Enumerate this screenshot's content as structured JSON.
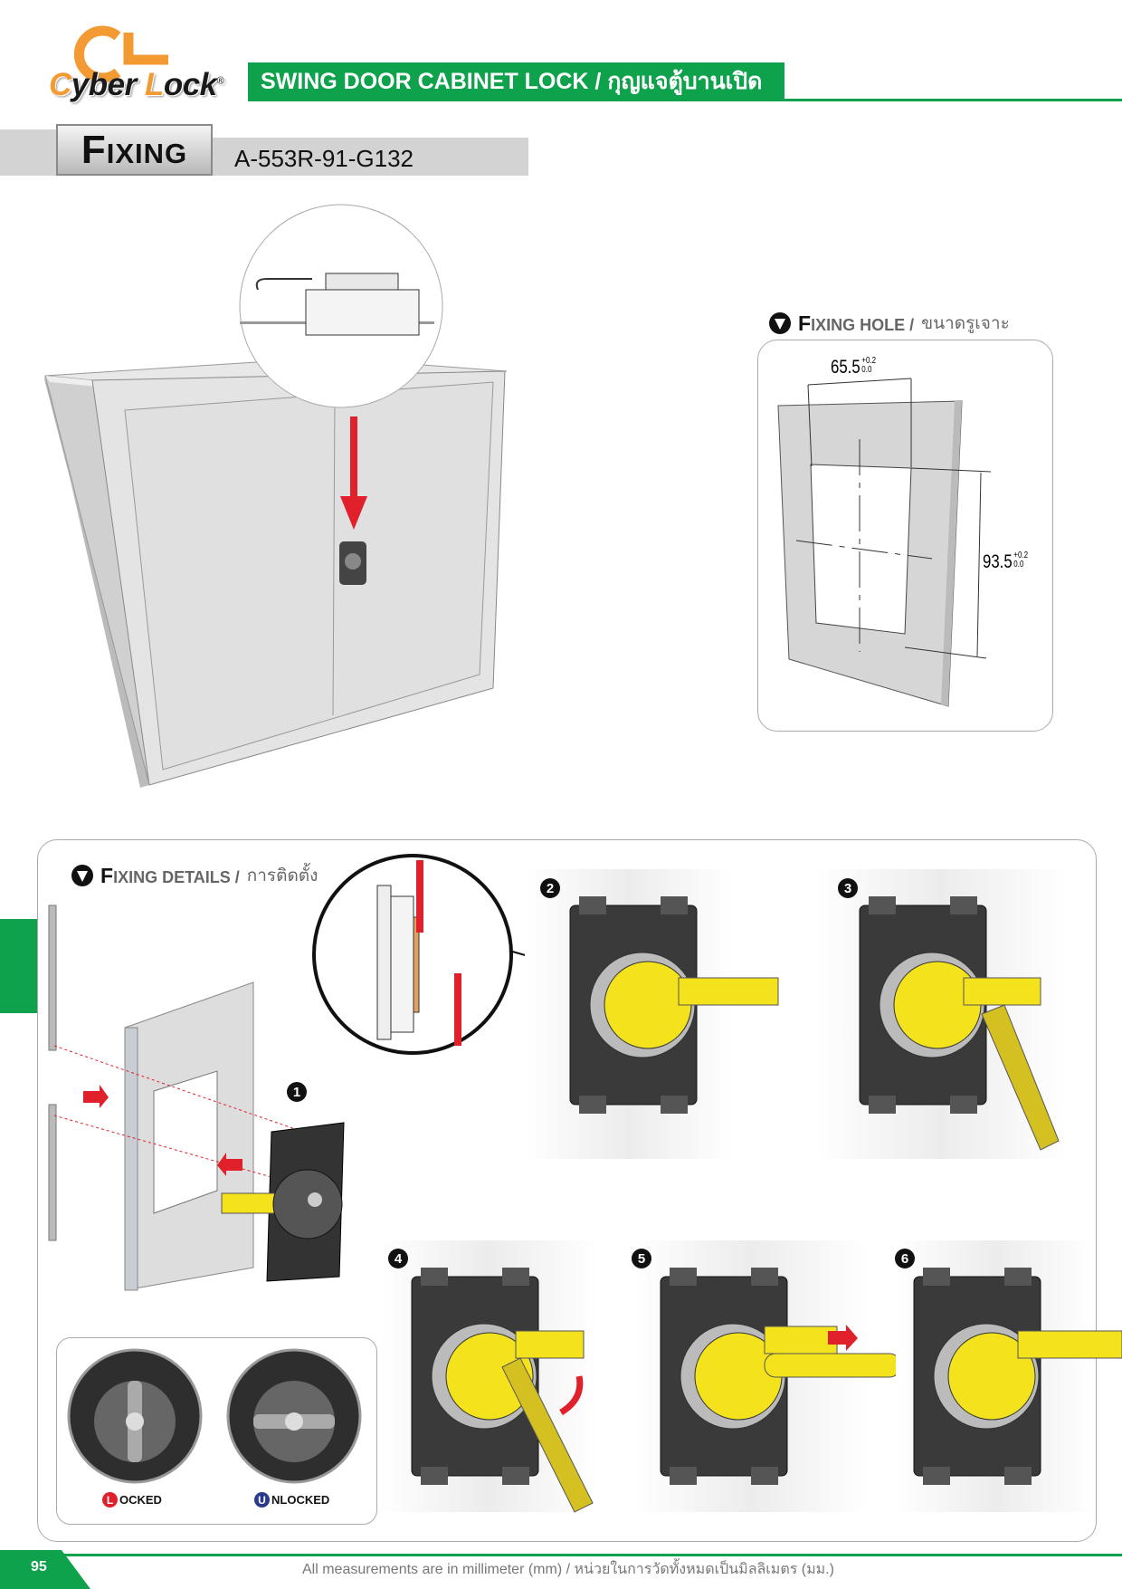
{
  "brand": {
    "name_first": "C",
    "name_mid": "yber ",
    "name_l": "L",
    "name_end": "ock",
    "registered": "®"
  },
  "header": {
    "title": "SWING DOOR CABINET LOCK / กุญแจตู้บานเปิด"
  },
  "section": {
    "title": "Fixing",
    "model": "A-553R-91-G132"
  },
  "fixing_hole": {
    "title_first": "F",
    "title_rest": "IXING HOLE /",
    "title_thai": "ขนาดรูเจาะ",
    "width": "65.5",
    "width_tol_plus": "+0.2",
    "width_tol_minus": "0.0",
    "height": "93.5",
    "height_tol_plus": "+0.2",
    "height_tol_minus": "0.0"
  },
  "fixing_details": {
    "title_first": "F",
    "title_rest": "IXING DETAILS /",
    "title_thai": "การติดตั้ง",
    "steps": [
      "1",
      "2",
      "3",
      "4",
      "5",
      "6"
    ]
  },
  "states": {
    "locked_cap": "L",
    "locked_rest": "OCKED",
    "locked_color": "#e0202a",
    "unlocked_cap": "U",
    "unlocked_rest": "NLOCKED",
    "unlocked_color": "#2a3a8c"
  },
  "footer": {
    "page": "95",
    "note": "All measurements are in millimeter (mm) / หน่วยในการวัดทั้งหมดเป็นมิลลิเมตร  (มม.)"
  },
  "colors": {
    "green": "#0da24b",
    "orange": "#f39a32",
    "yellow": "#f4e21c",
    "red": "#e0202a"
  }
}
